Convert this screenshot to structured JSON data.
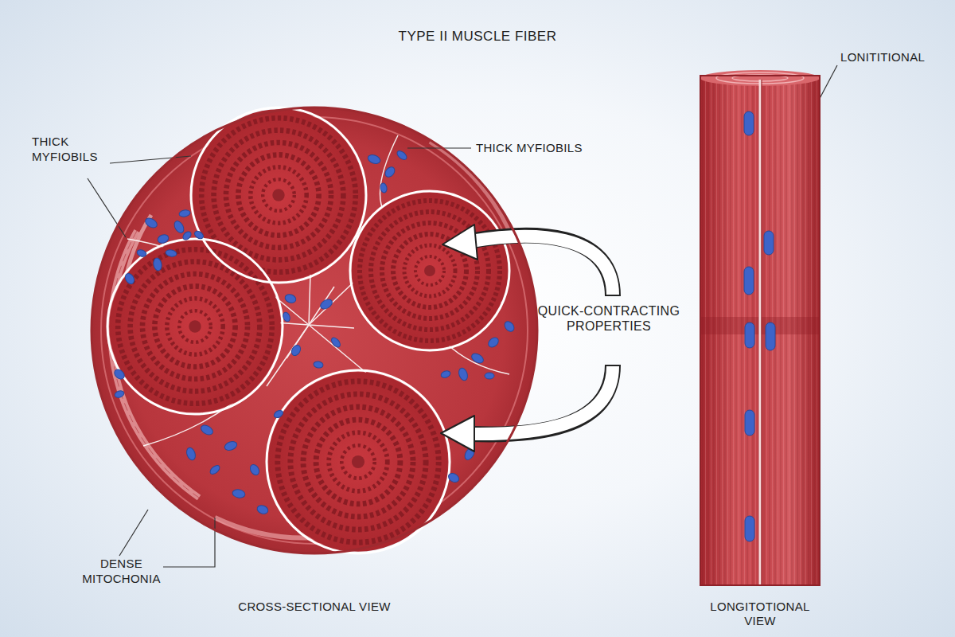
{
  "diagram": {
    "title": "TYPE II MUSCLE FIBER",
    "nodes": [
      {
        "text": [
          "CROSS-SECTIONAL VIEW"
        ]
      },
      {
        "text": [
          "LONGITOTIONAL VIEW"
        ]
      }
    ],
    "labels": [
      "THICK MYFIOBILS",
      "THICK MYFIOBILS",
      "QUICK-CONTRACTING PROPERTIES",
      "DENSE MITOCHONIA",
      "LONITITIONAL"
    ]
  }
}
